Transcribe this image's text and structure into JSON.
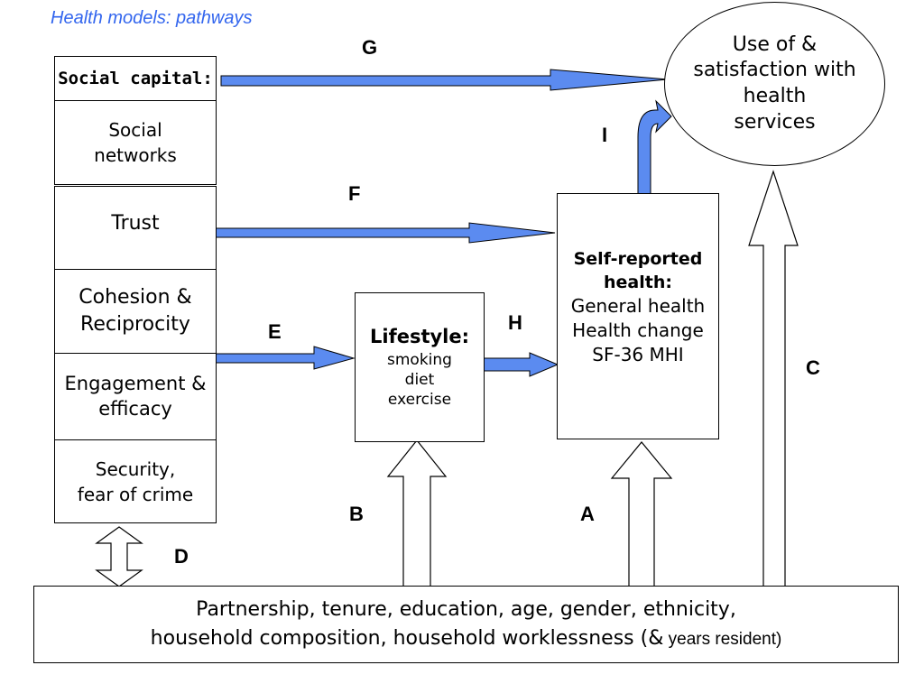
{
  "title": "Health models: pathways",
  "social_capital": {
    "header": "Social capital:",
    "networks": [
      "Social",
      "networks"
    ],
    "trust": "Trust",
    "cohesion": [
      "Cohesion &",
      "Reciprocity"
    ],
    "engagement": [
      "Engagement &",
      "efficacy"
    ],
    "security": [
      "Security,",
      "fear of crime"
    ]
  },
  "lifestyle": {
    "header": "Lifestyle:",
    "items": [
      "smoking",
      "diet",
      "exercise"
    ]
  },
  "self_reported": {
    "header": [
      "Self-reported",
      "health:"
    ],
    "items": [
      "General health",
      "Health change",
      "SF-36 MHI"
    ]
  },
  "services": [
    "Use of &",
    "satisfaction with",
    "health",
    "services"
  ],
  "demographics": {
    "line1": "Partnership, tenure, education, age, gender, ethnicity,",
    "line2_main": "household composition, household worklessness (&",
    "line2_tail": " years resident)"
  },
  "pathway_labels": {
    "A": "A",
    "B": "B",
    "C": "C",
    "D": "D",
    "E": "E",
    "F": "F",
    "G": "G",
    "H": "H",
    "I": "I"
  },
  "colors": {
    "arrow_fill": "#5b8bf0",
    "title": "#3366ee"
  }
}
